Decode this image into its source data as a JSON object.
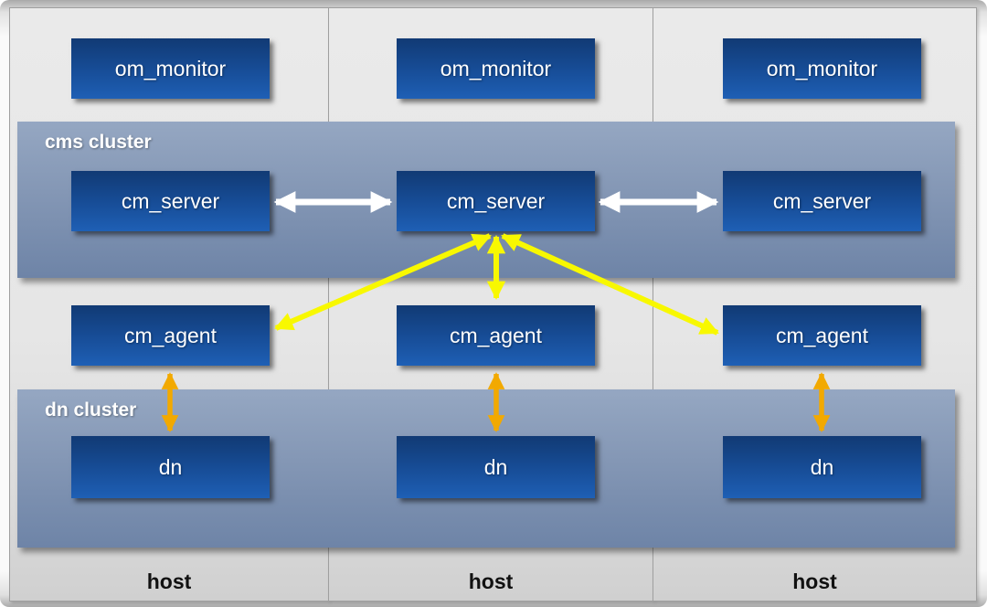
{
  "clusters": {
    "cms": {
      "label": "cms cluster"
    },
    "dn": {
      "label": "dn cluster"
    }
  },
  "hosts": [
    {
      "host_label": "host",
      "om_monitor": "om_monitor",
      "cm_server": "cm_server",
      "cm_agent": "cm_agent",
      "dn": "dn"
    },
    {
      "host_label": "host",
      "om_monitor": "om_monitor",
      "cm_server": "cm_server",
      "cm_agent": "cm_agent",
      "dn": "dn"
    },
    {
      "host_label": "host",
      "om_monitor": "om_monitor",
      "cm_server": "cm_server",
      "cm_agent": "cm_agent",
      "dn": "dn"
    }
  ],
  "colors": {
    "node_blue_top": "#113a74",
    "node_blue_bottom": "#1d5cb0",
    "cluster_band_top": "#95a7c2",
    "cluster_band_bottom": "#6e84a7",
    "column_gray": "#e6e6e6",
    "arrow_white": "#ffffff",
    "arrow_yellow": "#f8f800",
    "arrow_orange": "#f2a900",
    "host_text": "#111111"
  },
  "edges": [
    {
      "from": "cm_server-host1",
      "to": "cm_server-host2",
      "type": "bidirectional",
      "color": "#ffffff"
    },
    {
      "from": "cm_server-host2",
      "to": "cm_server-host3",
      "type": "bidirectional",
      "color": "#ffffff"
    },
    {
      "from": "cm_server-host2",
      "to": "cm_agent-host1",
      "type": "bidirectional",
      "color": "#f8f800"
    },
    {
      "from": "cm_server-host2",
      "to": "cm_agent-host2",
      "type": "bidirectional",
      "color": "#f8f800"
    },
    {
      "from": "cm_server-host2",
      "to": "cm_agent-host3",
      "type": "bidirectional",
      "color": "#f8f800"
    },
    {
      "from": "cm_agent-host1",
      "to": "dn-host1",
      "type": "bidirectional",
      "color": "#f2a900"
    },
    {
      "from": "cm_agent-host2",
      "to": "dn-host2",
      "type": "bidirectional",
      "color": "#f2a900"
    },
    {
      "from": "cm_agent-host3",
      "to": "dn-host3",
      "type": "bidirectional",
      "color": "#f2a900"
    }
  ]
}
